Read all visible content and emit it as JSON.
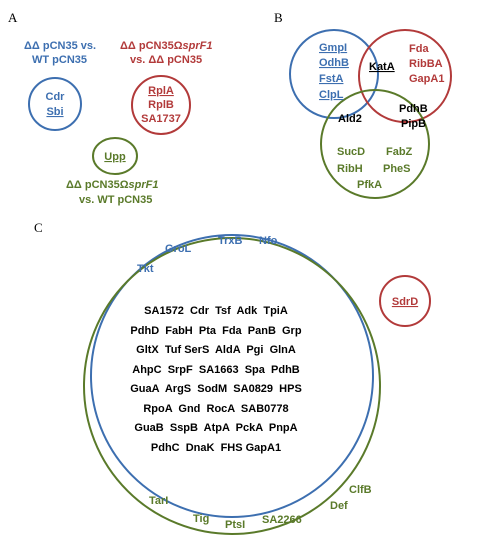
{
  "colors": {
    "blue": "#3d6fb0",
    "red": "#b23a3a",
    "green": "#5a7a2a",
    "black": "#000000"
  },
  "panel_a": {
    "letter": "A",
    "blue_title": {
      "line1_pre": "ΔΔ pCN35 vs.",
      "line2": "WT pCN35"
    },
    "red_title": {
      "line1_pre": "ΔΔ pCN35Ω",
      "line1_ital": "sprF1",
      "line2": "vs. ΔΔ pCN35"
    },
    "green_title": {
      "line1_pre": "ΔΔ pCN35Ω",
      "line1_ital": "sprF1",
      "line2": "vs. WT pCN35"
    },
    "blue_items": [
      "Cdr",
      "Sbi"
    ],
    "red_items": [
      "RplA",
      "RplB",
      "SA1737"
    ],
    "green_items": [
      "Upp"
    ]
  },
  "panel_b": {
    "letter": "B",
    "blue_only": [
      "GmpI",
      "OdhB",
      "FstA",
      "ClpL"
    ],
    "red_only": [
      "Fda",
      "RibBA",
      "GapA1"
    ],
    "blue_red": [
      "KatA"
    ],
    "red_green": [
      "PdhB",
      "PipB"
    ],
    "blue_green": [
      "Ald2"
    ],
    "green_only": [
      "SucD",
      "FabZ",
      "RibH",
      "PheS",
      "PfkA"
    ]
  },
  "panel_c": {
    "letter": "C",
    "blue_ring": [
      "TrxB",
      "Nfo",
      "GroL",
      "Tkt"
    ],
    "green_ring": [
      "ClfB",
      "Def",
      "SA2266",
      "TarI",
      "Tig",
      "PtsI"
    ],
    "center_rows": [
      "SA1572  Cdr  Tsf  Adk  TpiA",
      "PdhD  FabH  Pta  Fda  PanB  Grp",
      "GltX  Tuf SerS  AldA  Pgi  GlnA",
      "AhpC  SrpF  SA1663  Spa  PdhB",
      "GuaA  ArgS  SodM  SA0829  HPS",
      "RpoA  Gnd  RocA  SAB0778",
      "GuaB  SspB  AtpA  PckA  PnpA",
      "PdhC  DnaK  FHS GapA1"
    ],
    "outside_red": [
      "SdrD"
    ]
  }
}
